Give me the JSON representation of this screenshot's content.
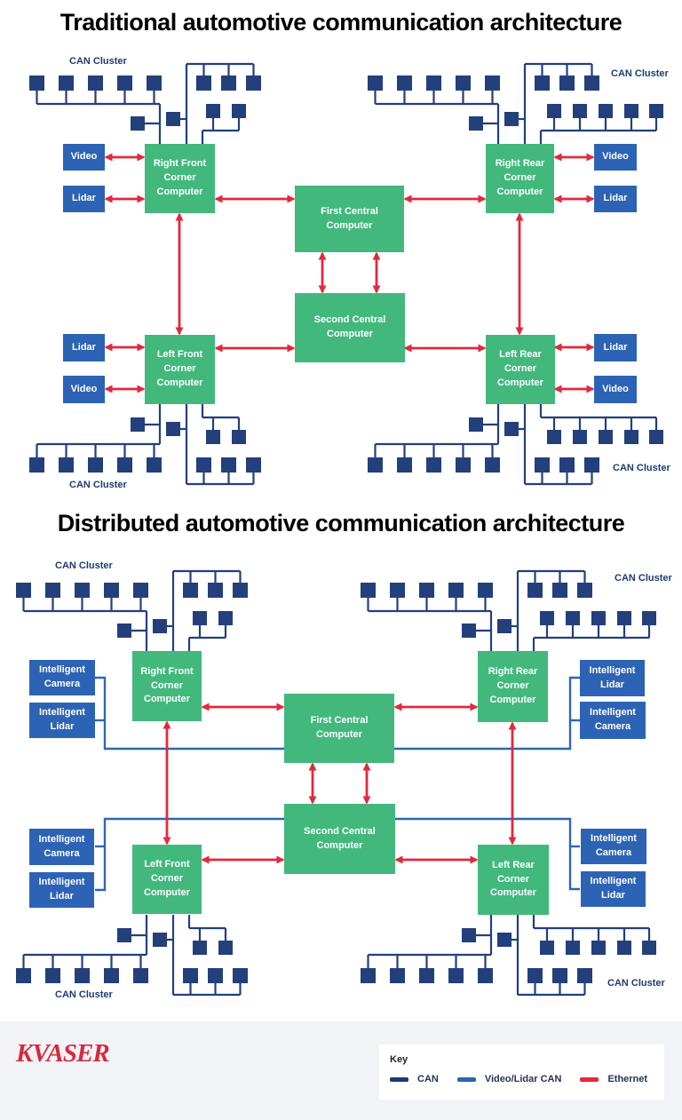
{
  "diagram_traditional": {
    "title": "Traditional automotive communication architecture",
    "computers": {
      "right_front": "Right Front\nCorner\nComputer",
      "right_rear": "Right Rear\nCorner\nComputer",
      "left_front": "Left Front\nCorner\nComputer",
      "left_rear": "Left Rear\nCorner\nComputer",
      "first_central": "First Central\nComputer",
      "second_central": "Second Central\nComputer"
    },
    "sensors": {
      "video": "Video",
      "lidar": "Lidar"
    }
  },
  "diagram_distributed": {
    "title": "Distributed automotive communication architecture",
    "computers": {
      "right_front": "Right Front\nCorner\nComputer",
      "right_rear": "Right Rear\nCorner\nComputer",
      "left_front": "Left Front\nCorner\nComputer",
      "left_rear": "Left Rear\nCorner\nComputer",
      "first_central": "First Central\nComputer",
      "second_central": "Second Central\nComputer"
    },
    "sensors": {
      "camera": "Intelligent\nCamera",
      "lidar": "Intelligent\nLidar"
    }
  },
  "labels": {
    "can_cluster": "CAN Cluster"
  },
  "footer": {
    "logo_text": "KVASER",
    "key_title": "Key",
    "legend": [
      {
        "label": "CAN",
        "color": "#1e3a6d"
      },
      {
        "label": "Video/Lidar CAN",
        "color": "#2d63b0"
      },
      {
        "label": "Ethernet",
        "color": "#e5293b"
      }
    ]
  },
  "colors": {
    "can_navy": "#233f7c",
    "video_lidar_blue": "#2e66b4",
    "ethernet_red": "#e0293e",
    "computer_green": "#42b87d",
    "sensor_blue": "#2d63b5",
    "logo_red": "#d5293d"
  }
}
